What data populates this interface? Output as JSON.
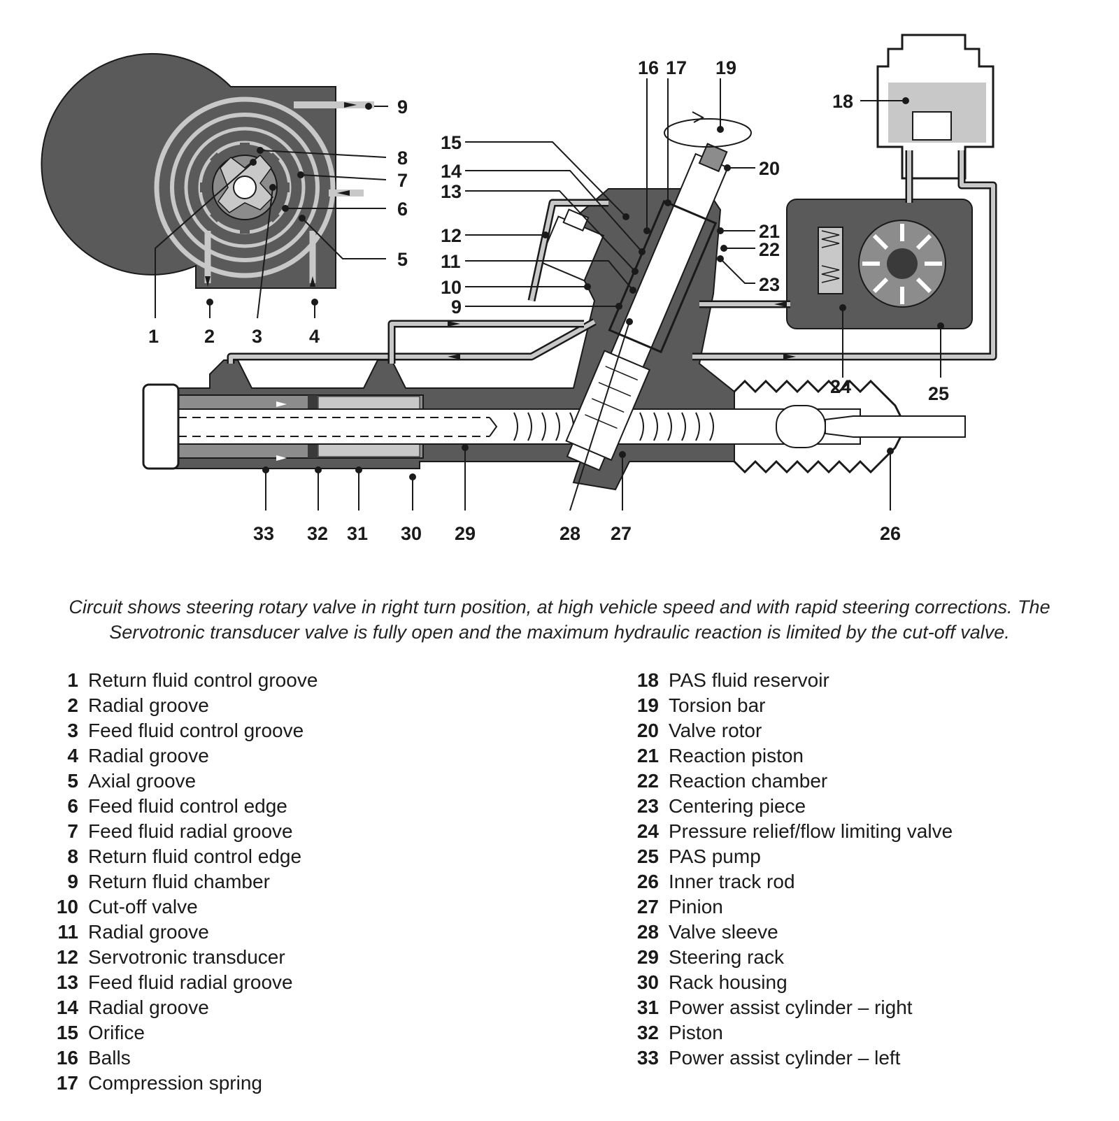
{
  "callouts": [
    "1",
    "2",
    "3",
    "4",
    "5",
    "6",
    "7",
    "8",
    "9",
    "10",
    "11",
    "12",
    "13",
    "14",
    "15",
    "16",
    "17",
    "18",
    "19",
    "20",
    "21",
    "22",
    "23",
    "24",
    "25",
    "26",
    "27",
    "28",
    "29",
    "30",
    "31",
    "32",
    "33"
  ],
  "inset_callouts": {
    "c1": "1",
    "c2": "2",
    "c3": "3",
    "c4": "4",
    "c5": "5",
    "c6": "6",
    "c7": "7",
    "c8": "8",
    "c9": "9"
  },
  "caption": {
    "line1": "Circuit shows steering rotary valve in right turn position, at high vehicle speed and with rapid steering corrections. The",
    "line2": "Servotronic transducer valve is fully open and the maximum hydraulic reaction is limited by the cut-off valve."
  },
  "legend_left": [
    {
      "num": "1",
      "label": "Return fluid control groove"
    },
    {
      "num": "2",
      "label": "Radial groove"
    },
    {
      "num": "3",
      "label": "Feed fluid control groove"
    },
    {
      "num": "4",
      "label": "Radial groove"
    },
    {
      "num": "5",
      "label": "Axial groove"
    },
    {
      "num": "6",
      "label": "Feed fluid control edge"
    },
    {
      "num": "7",
      "label": "Feed fluid radial groove"
    },
    {
      "num": "8",
      "label": "Return fluid control edge"
    },
    {
      "num": "9",
      "label": "Return fluid chamber"
    },
    {
      "num": "10",
      "label": "Cut-off valve"
    },
    {
      "num": "11",
      "label": "Radial groove"
    },
    {
      "num": "12",
      "label": "Servotronic transducer"
    },
    {
      "num": "13",
      "label": "Feed fluid radial groove"
    },
    {
      "num": "14",
      "label": "Radial groove"
    },
    {
      "num": "15",
      "label": "Orifice"
    },
    {
      "num": "16",
      "label": "Balls"
    },
    {
      "num": "17",
      "label": "Compression spring"
    }
  ],
  "legend_right": [
    {
      "num": "18",
      "label": "PAS fluid reservoir"
    },
    {
      "num": "19",
      "label": "Torsion bar"
    },
    {
      "num": "20",
      "label": "Valve rotor"
    },
    {
      "num": "21",
      "label": "Reaction piston"
    },
    {
      "num": "22",
      "label": "Reaction chamber"
    },
    {
      "num": "23",
      "label": "Centering piece"
    },
    {
      "num": "24",
      "label": "Pressure relief/flow limiting valve"
    },
    {
      "num": "25",
      "label": "PAS pump"
    },
    {
      "num": "26",
      "label": "Inner track rod"
    },
    {
      "num": "27",
      "label": "Pinion"
    },
    {
      "num": "28",
      "label": "Valve sleeve"
    },
    {
      "num": "29",
      "label": "Steering rack"
    },
    {
      "num": "30",
      "label": "Rack housing"
    },
    {
      "num": "31",
      "label": "Power assist cylinder – right"
    },
    {
      "num": "32",
      "label": "Piston"
    },
    {
      "num": "33",
      "label": "Power assist cylinder – left"
    }
  ],
  "colors": {
    "housing_dark": "#5a5a5a",
    "housing_mid": "#8c8c8c",
    "fluid_light": "#c8c8c8",
    "line": "#1a1a1a"
  }
}
